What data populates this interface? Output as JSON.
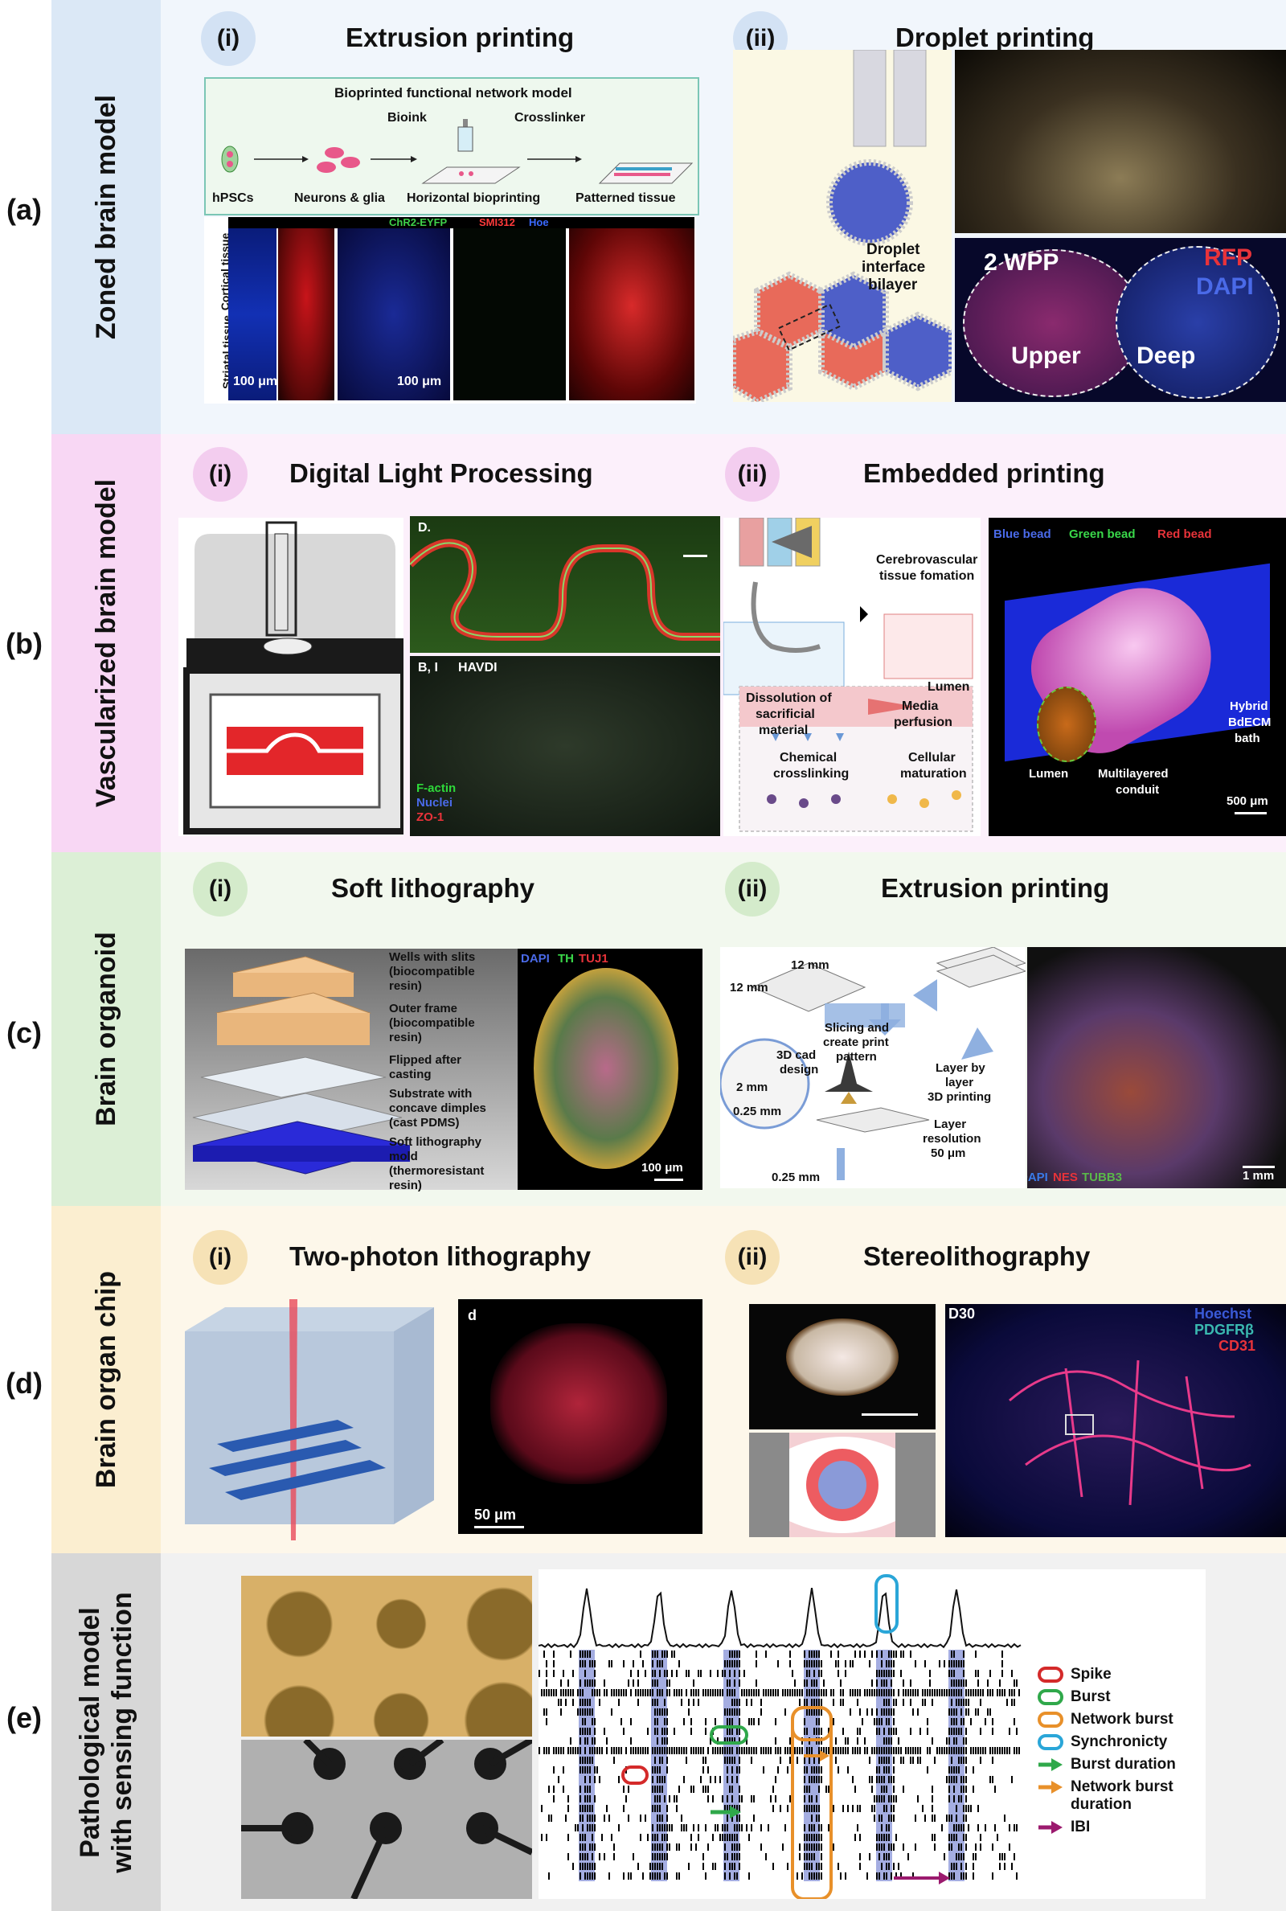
{
  "rows": [
    {
      "letter": "(a)",
      "label": "Zoned brain model",
      "panels": [
        {
          "badge": "(i)",
          "title": "Extrusion printing"
        },
        {
          "badge": "(ii)",
          "title": "Droplet printing"
        }
      ]
    },
    {
      "letter": "(b)",
      "label": "Vascularized brain model",
      "panels": [
        {
          "badge": "(i)",
          "title": "Digital Light Processing"
        },
        {
          "badge": "(ii)",
          "title": "Embedded printing"
        }
      ]
    },
    {
      "letter": "(c)",
      "label": "Brain organoid",
      "panels": [
        {
          "badge": "(i)",
          "title": "Soft lithography"
        },
        {
          "badge": "(ii)",
          "title": "Extrusion printing"
        }
      ]
    },
    {
      "letter": "(d)",
      "label": "Brain organ chip",
      "panels": [
        {
          "badge": "(i)",
          "title": "Two-photon lithography"
        },
        {
          "badge": "(ii)",
          "title": "Stereolithography"
        }
      ]
    },
    {
      "letter": "(e)",
      "label_line1": "Pathological model",
      "label_line2": "with sensing function"
    }
  ],
  "a_i": {
    "header": "Bioprinted functional network model",
    "bioink": "Bioink",
    "crosslinker": "Crosslinker",
    "steps": [
      "hPSCs",
      "Neurons & glia",
      "Horizontal bioprinting",
      "Patterned tissue"
    ],
    "stain_chr2": "ChR2-EYFP",
    "stain_smi": "SMI312",
    "stain_hoe": "Hoe",
    "cortical": "Cortical tissue",
    "striatal": "Striatal tissue",
    "scale1": "100 μm",
    "scale2": "100 μm"
  },
  "a_ii": {
    "dib_line1": "Droplet",
    "dib_line2": "interface",
    "dib_line3": "bilayer",
    "wpp": "2 WPP",
    "rfp": "RFP",
    "dapi": "DAPI",
    "upper": "Upper",
    "deep": "Deep"
  },
  "b_i": {
    "panel_d": "D.",
    "panel_bi": "B, I",
    "havdi": "HAVDI",
    "factin": "F-actin",
    "nuclei": "Nuclei",
    "zo1": "ZO-1"
  },
  "b_ii": {
    "cerebro_line1": "Cerebrovascular",
    "cerebro_line2": "tissue fomation",
    "lumen": "Lumen",
    "dissolution_line1": "Dissolution of",
    "dissolution_line2": "sacrificial",
    "dissolution_line3": "material",
    "media_line1": "Media",
    "media_line2": "perfusion",
    "chemical_line1": "Chemical",
    "chemical_line2": "crosslinking",
    "cellular_line1": "Cellular",
    "cellular_line2": "maturation",
    "blue_bead": "Blue bead",
    "green_bead": "Green bead",
    "red_bead": "Red bead",
    "hybrid_line1": "Hybrid",
    "hybrid_line2": "BdECM",
    "hybrid_line3": "bath",
    "lumen2": "Lumen",
    "multi_line1": "Multilayered",
    "multi_line2": "conduit",
    "scale": "500 μm"
  },
  "c_i": {
    "callouts": [
      [
        "Wells with slits",
        "(biocompatible",
        "resin)"
      ],
      [
        "Outer frame",
        "(biocompatible",
        "resin)"
      ],
      [
        "Flipped after",
        "casting"
      ],
      [
        "Substrate with",
        "concave dimples",
        "(cast PDMS)"
      ],
      [
        "Soft lithography",
        "mold",
        "(thermoresistant",
        "resin)"
      ]
    ],
    "stain_dapi": "DAPI",
    "stain_th": "TH",
    "stain_tuj": "TUJ1",
    "scale": "100 μm"
  },
  "c_ii": {
    "dim_12a": "12 mm",
    "dim_12b": "12 mm",
    "cad_line1": "3D cad",
    "cad_line2": "design",
    "slicing_line1": "Slicing and",
    "slicing_line2": "create print",
    "slicing_line3": "pattern",
    "layer_line1": "Layer by",
    "layer_line2": "layer",
    "layer_line3": "3D printing",
    "res_line1": "Layer",
    "res_line2": "resolution",
    "res_line3": "50 μm",
    "dim_2": "2 mm",
    "dim_025a": "0.25 mm",
    "dim_025b": "0.25 mm",
    "stain_dapi": "DAPI",
    "stain_nes": "NES",
    "stain_tubb": "TUBB3",
    "scale": "1 mm"
  },
  "d_i": {
    "panel": "d",
    "scale": "50 μm"
  },
  "d_ii": {
    "panel": "D30",
    "hoechst": "Hoechst",
    "pdgfr": "PDGFRβ",
    "cd31": "CD31"
  },
  "e": {
    "legend": [
      {
        "label": "Spike",
        "color": "#d42a2a",
        "shape": "oval"
      },
      {
        "label": "Burst",
        "color": "#2fa84a",
        "shape": "oval"
      },
      {
        "label": "Network burst",
        "color": "#e8902a",
        "shape": "oval"
      },
      {
        "label": "Synchronicty",
        "color": "#2aa6d8",
        "shape": "oval"
      },
      {
        "label": "Burst duration",
        "color": "#2fa84a",
        "shape": "arrow"
      },
      {
        "label": "Network burst duration",
        "color": "#e8902a",
        "shape": "arrow"
      },
      {
        "label": "IBI",
        "color": "#9b1a6e",
        "shape": "arrow"
      }
    ]
  }
}
